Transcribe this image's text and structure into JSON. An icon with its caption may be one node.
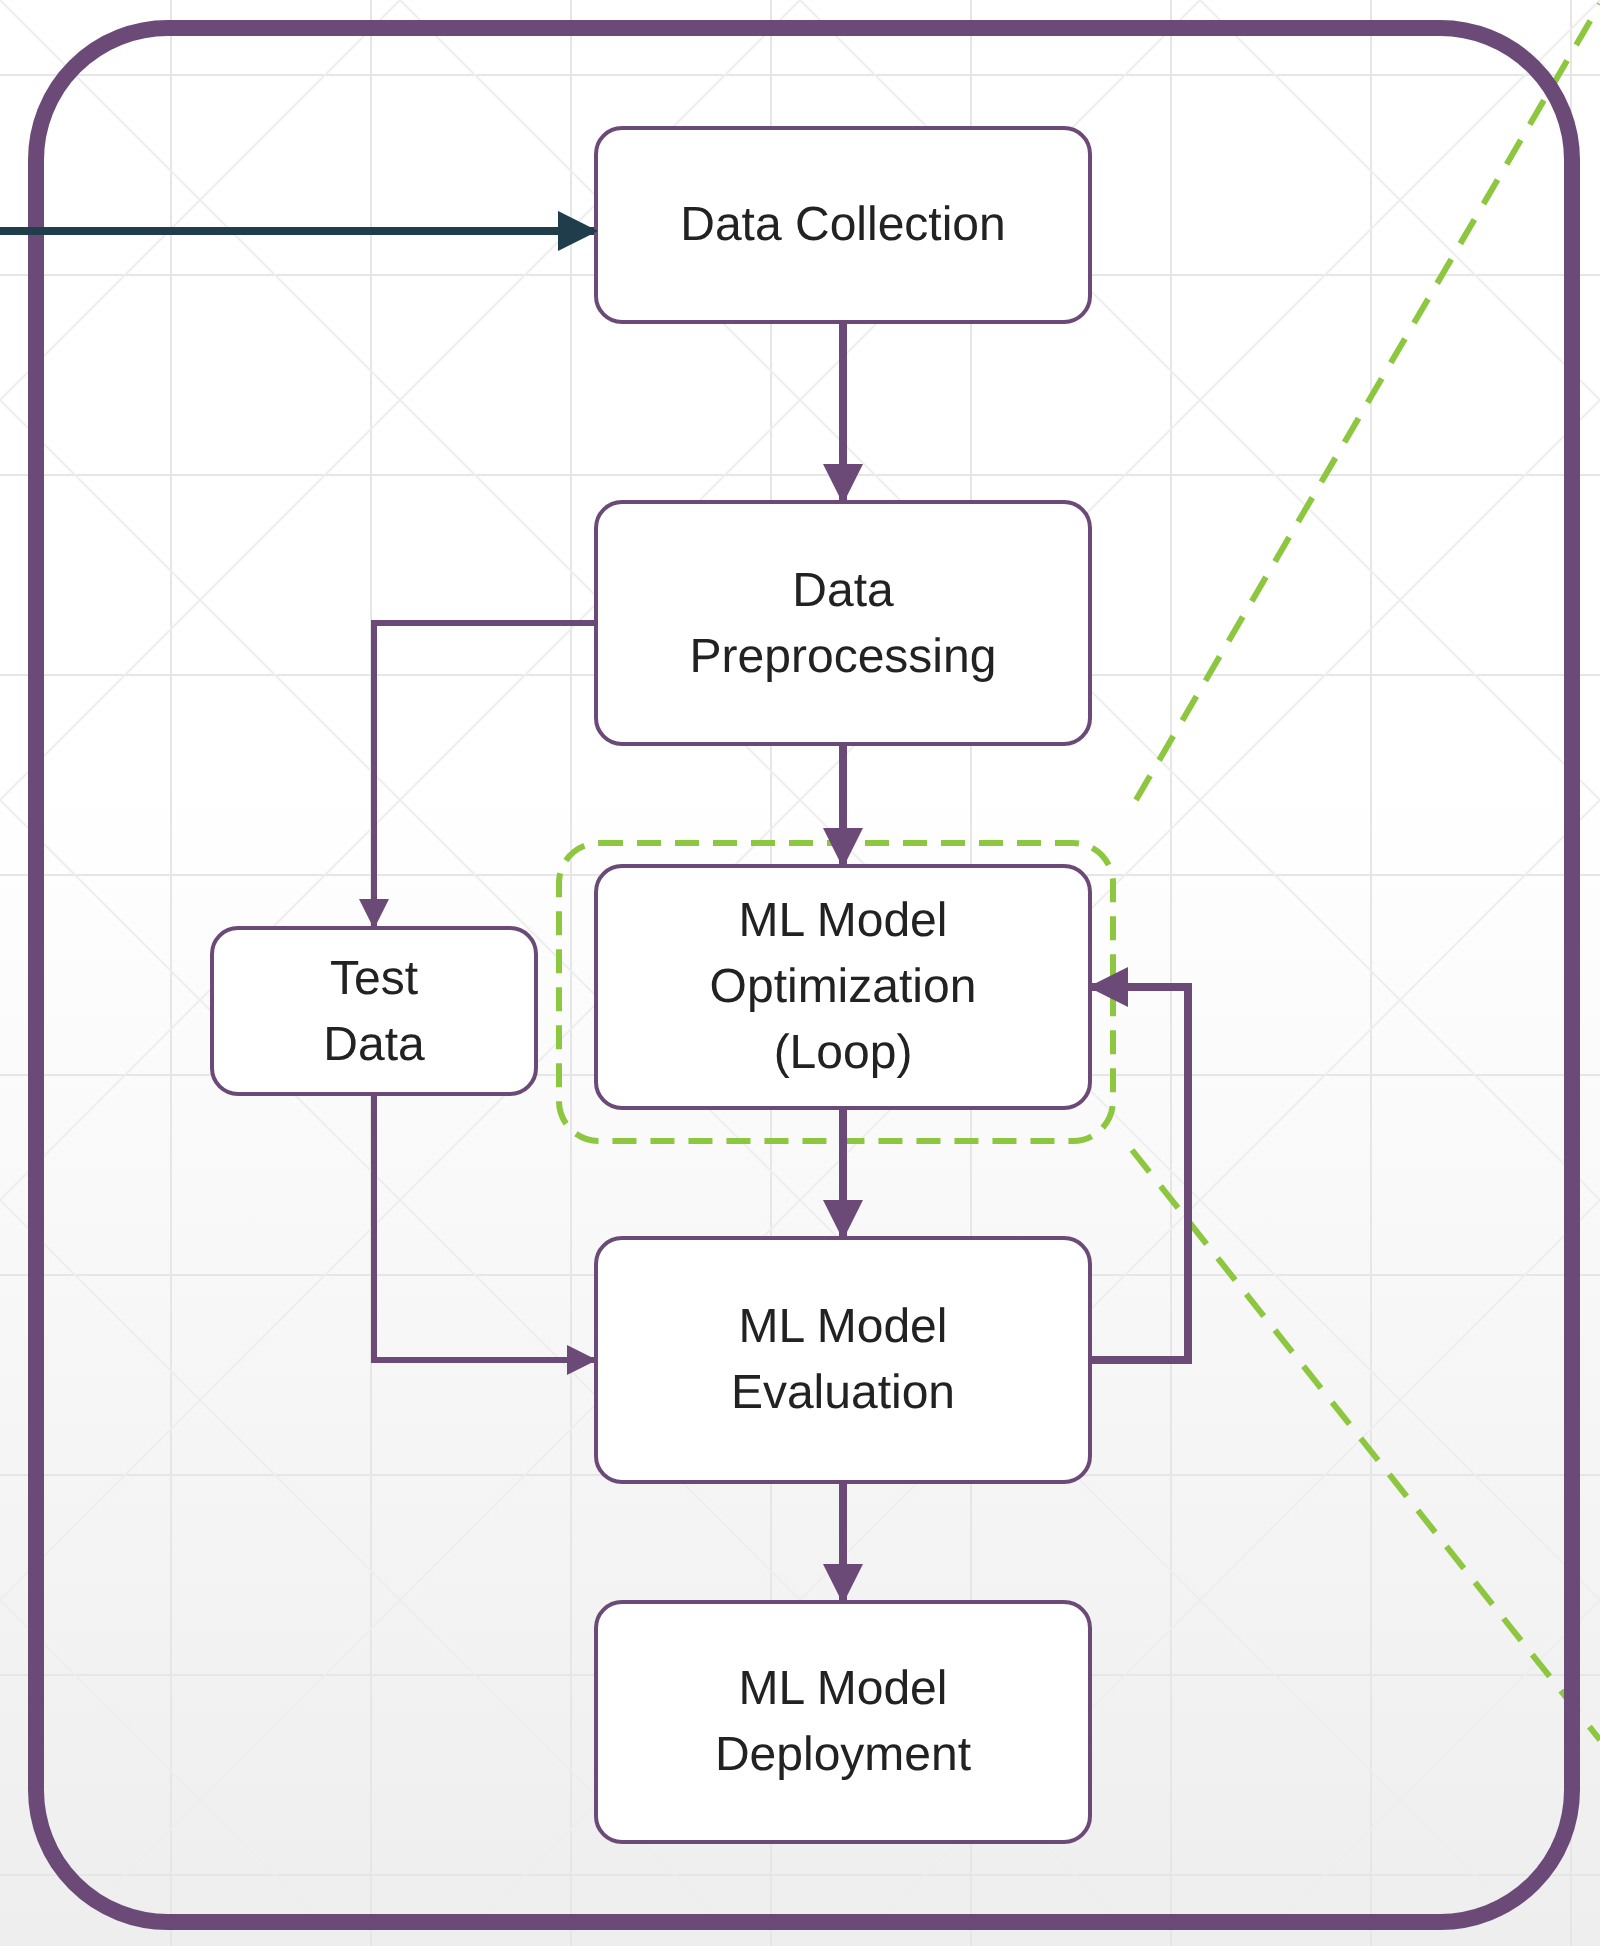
{
  "diagram": {
    "nodes": [
      {
        "text": [],
        "shape": "box"
      },
      {
        "text": [
          "Data Collection"
        ],
        "in": 0
      },
      {
        "text": [
          "Data Preprocessing"
        ],
        "in": 0
      },
      {
        "text": [],
        "shape": "box",
        "in": 0
      },
      {
        "text": [
          "ML Model Optimization (Loop)"
        ],
        "in": 3
      },
      {
        "text": [
          "Test Data"
        ],
        "in": 0
      },
      {
        "text": [
          "ML Model Evaluation"
        ],
        "in": 0
      },
      {
        "text": [
          "ML Model Deployment"
        ],
        "in": 0
      }
    ],
    "edges": [
      {
        "from": null,
        "to": 1,
        "arrow": "to",
        "color": "#1f3d4a"
      },
      {
        "from": 1,
        "to": 2,
        "arrow": "to"
      },
      {
        "from": 2,
        "to": 4,
        "arrow": "to"
      },
      {
        "from": 2,
        "to": 5,
        "arrow": "to"
      },
      {
        "from": 4,
        "to": 6,
        "arrow": "to"
      },
      {
        "from": 5,
        "to": 6,
        "arrow": "to"
      },
      {
        "from": 6,
        "to": 4,
        "arrow": "to"
      },
      {
        "from": 6,
        "to": 7,
        "arrow": "to"
      }
    ]
  }
}
